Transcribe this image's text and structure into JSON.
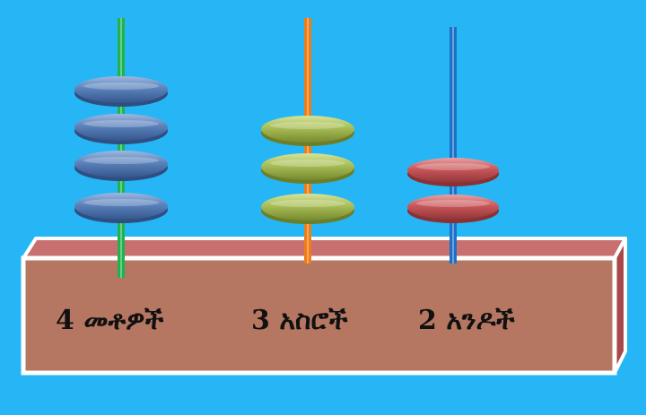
{
  "colors": {
    "background": "#27B6F5",
    "box_front": "#B67762",
    "box_top": "#C86F6F",
    "box_side": "#A84848",
    "box_border": "#FFFFFF",
    "rod_hundreds": "#1FB24F",
    "rod_tens": "#F07C16",
    "rod_ones": "#1C70C8",
    "bead_hundreds": "#5B82BB",
    "bead_tens": "#A8BE57",
    "bead_ones": "#C8575A"
  },
  "columns": [
    {
      "place": "hundreds",
      "count": 4,
      "label": "4 መቶዎች"
    },
    {
      "place": "tens",
      "count": 3,
      "label": "3 አስሮች"
    },
    {
      "place": "ones",
      "count": 2,
      "label": "2 አንዶች"
    }
  ]
}
